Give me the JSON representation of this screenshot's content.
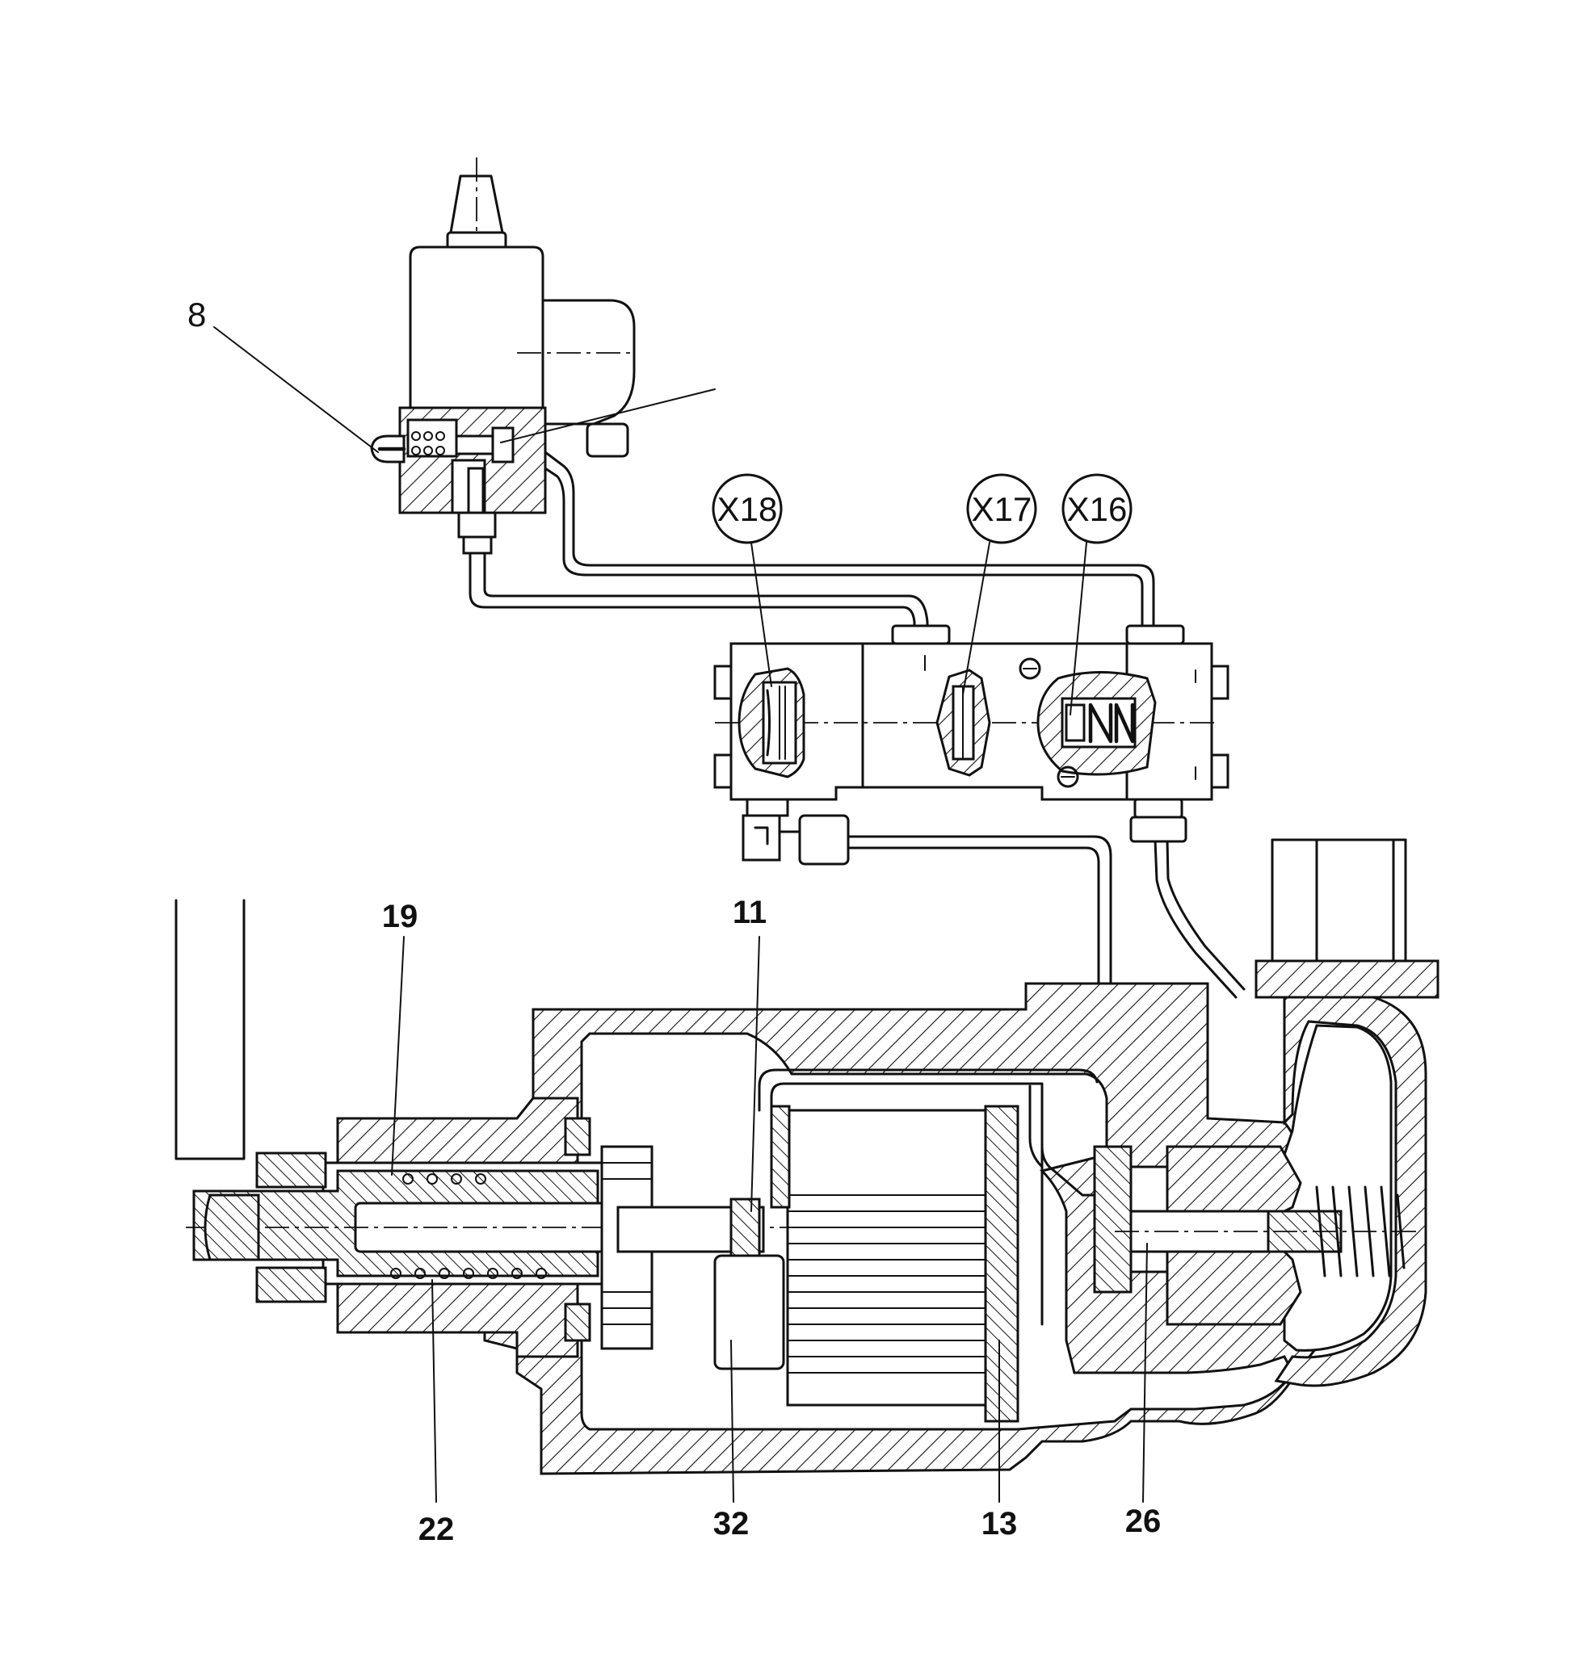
{
  "part_numbers": {
    "p8": "8",
    "p19": "19",
    "p11": "11",
    "p22": "22",
    "p32": "32",
    "p13": "13",
    "p26": "26"
  },
  "connectors": {
    "x18": "X18",
    "x17": "X17",
    "x16": "X16"
  },
  "colors": {
    "ink": "#111111",
    "paper": "#ffffff"
  }
}
